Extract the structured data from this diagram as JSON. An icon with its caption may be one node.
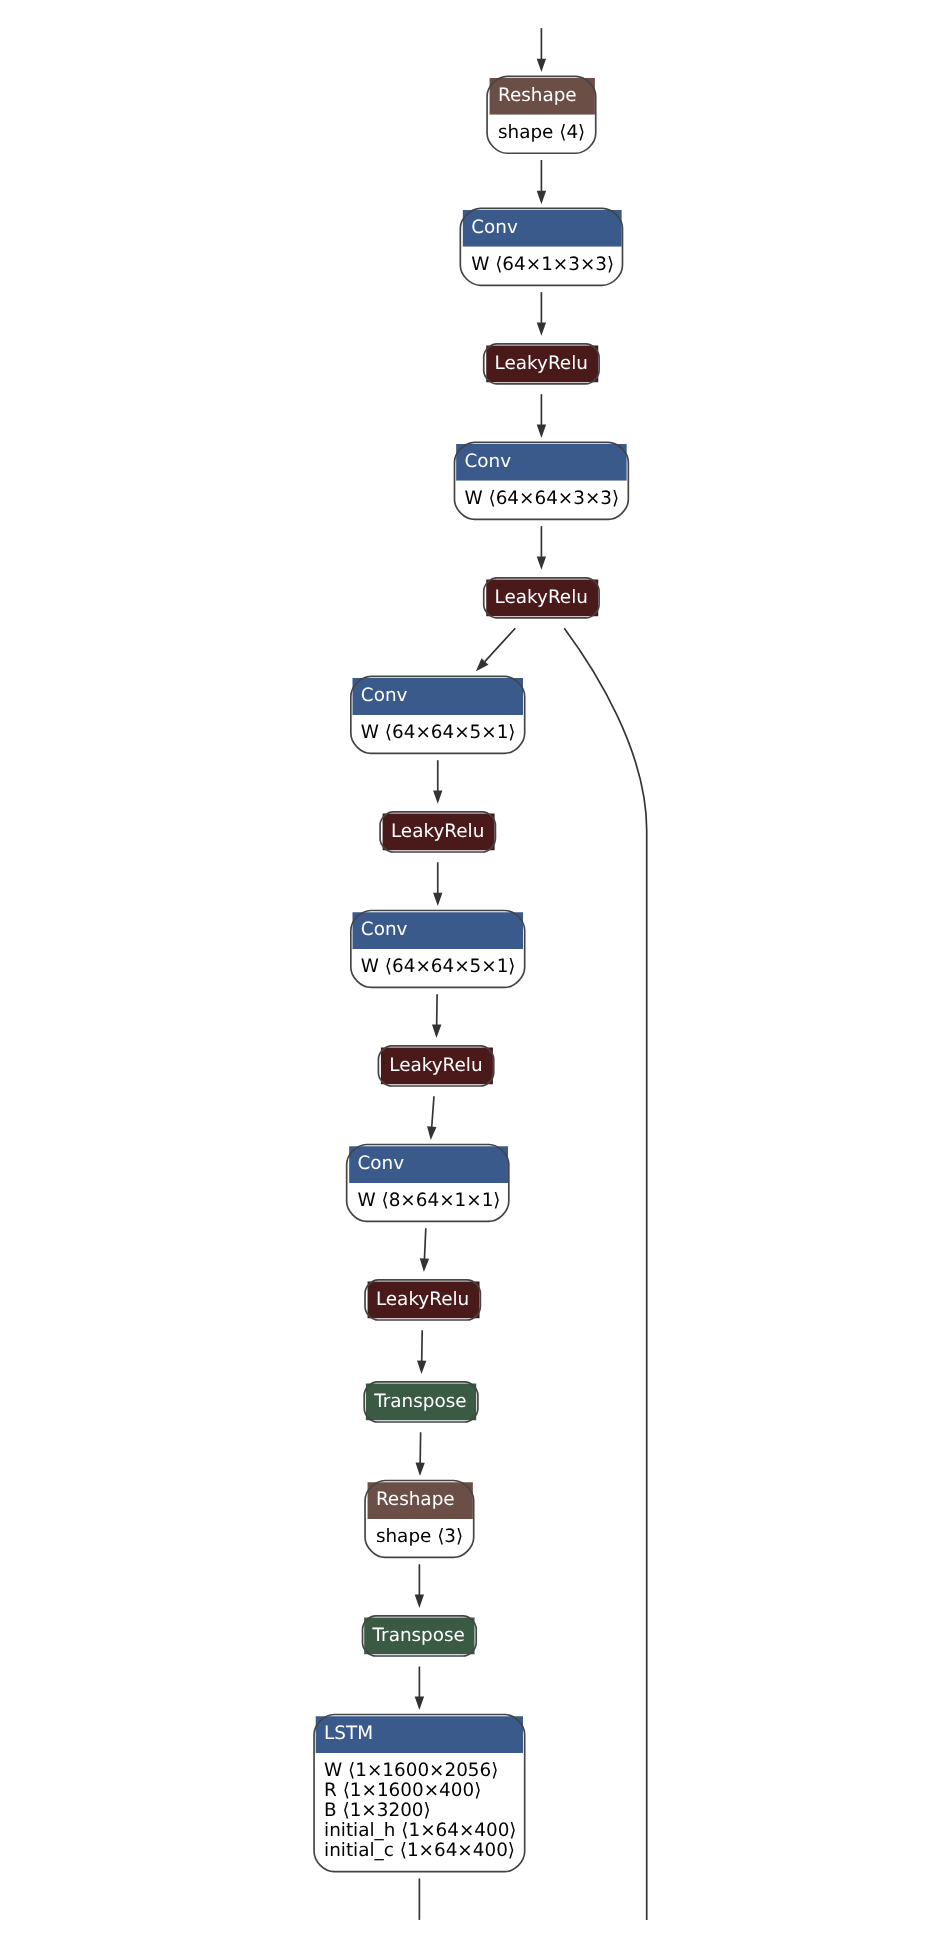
{
  "diagram": {
    "nodes": [
      {
        "text": [
          "Reshape",
          "shape ⟨4⟩"
        ]
      },
      {
        "text": [
          "Conv",
          "W ⟨64×1×3×3⟩"
        ]
      },
      {
        "text": [
          "LeakyRelu"
        ]
      },
      {
        "text": [
          "Conv",
          "W ⟨64×64×3×3⟩"
        ]
      },
      {
        "text": [
          "LeakyRelu"
        ]
      },
      {
        "text": [
          "Conv",
          "W ⟨64×64×5×1⟩"
        ]
      },
      {
        "text": [
          "LeakyRelu"
        ]
      },
      {
        "text": [
          "Conv",
          "W ⟨64×64×5×1⟩"
        ]
      },
      {
        "text": [
          "LeakyRelu"
        ]
      },
      {
        "text": [
          "Conv",
          "W ⟨8×64×1×1⟩"
        ]
      },
      {
        "text": [
          "LeakyRelu"
        ]
      },
      {
        "text": [
          "Transpose"
        ]
      },
      {
        "text": [
          "Reshape",
          "shape ⟨3⟩"
        ]
      },
      {
        "text": [
          "Transpose"
        ]
      },
      {
        "text": [
          "LSTM",
          "W ⟨1×1600×2056⟩",
          "R ⟨1×1600×400⟩",
          "B ⟨1×3200⟩",
          "initial_h ⟨1×64×400⟩",
          "initial_c ⟨1×64×400⟩"
        ]
      }
    ],
    "edges": [
      {
        "from": null,
        "to": 0,
        "arrow": "to"
      },
      {
        "from": 0,
        "to": 1,
        "arrow": "to"
      },
      {
        "from": 1,
        "to": 2,
        "arrow": "to"
      },
      {
        "from": 2,
        "to": 3,
        "arrow": "to"
      },
      {
        "from": 3,
        "to": 4,
        "arrow": "to"
      },
      {
        "from": 4,
        "to": 5,
        "arrow": "to"
      },
      {
        "from": 4,
        "to": null,
        "arrow": "none"
      },
      {
        "from": 5,
        "to": 6,
        "arrow": "to"
      },
      {
        "from": 6,
        "to": 7,
        "arrow": "to"
      },
      {
        "from": 7,
        "to": 8,
        "arrow": "to"
      },
      {
        "from": 8,
        "to": 9,
        "arrow": "to"
      },
      {
        "from": 9,
        "to": 10,
        "arrow": "to"
      },
      {
        "from": 10,
        "to": 11,
        "arrow": "to"
      },
      {
        "from": 11,
        "to": 12,
        "arrow": "to"
      },
      {
        "from": 12,
        "to": 13,
        "arrow": "to"
      },
      {
        "from": 13,
        "to": 14,
        "arrow": "to"
      },
      {
        "from": 14,
        "to": null,
        "arrow": "none"
      }
    ]
  }
}
